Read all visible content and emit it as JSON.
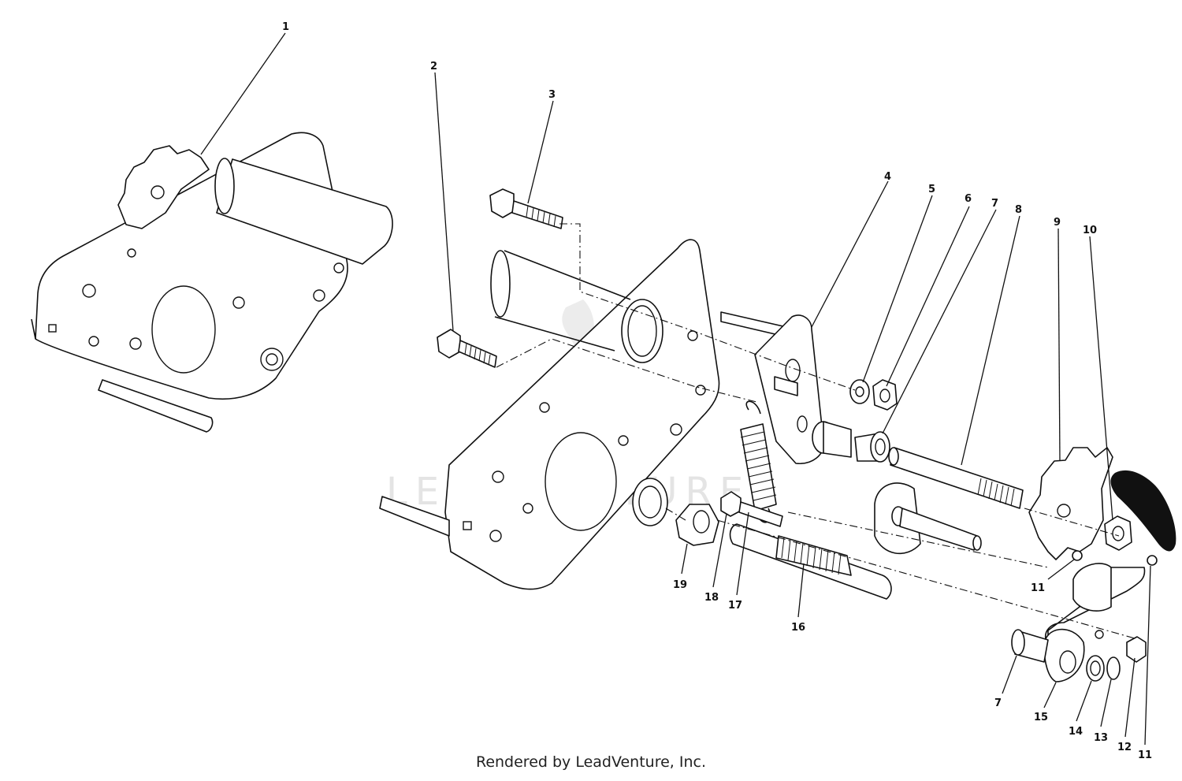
{
  "diagram": {
    "watermark": "LEADVENTURE",
    "credit": "Rendered by LeadVenture, Inc.",
    "callouts": [
      "1",
      "2",
      "3",
      "4",
      "5",
      "6",
      "7",
      "8",
      "9",
      "10",
      "11",
      "11",
      "12",
      "13",
      "14",
      "15",
      "7",
      "16",
      "17",
      "18",
      "19"
    ]
  }
}
